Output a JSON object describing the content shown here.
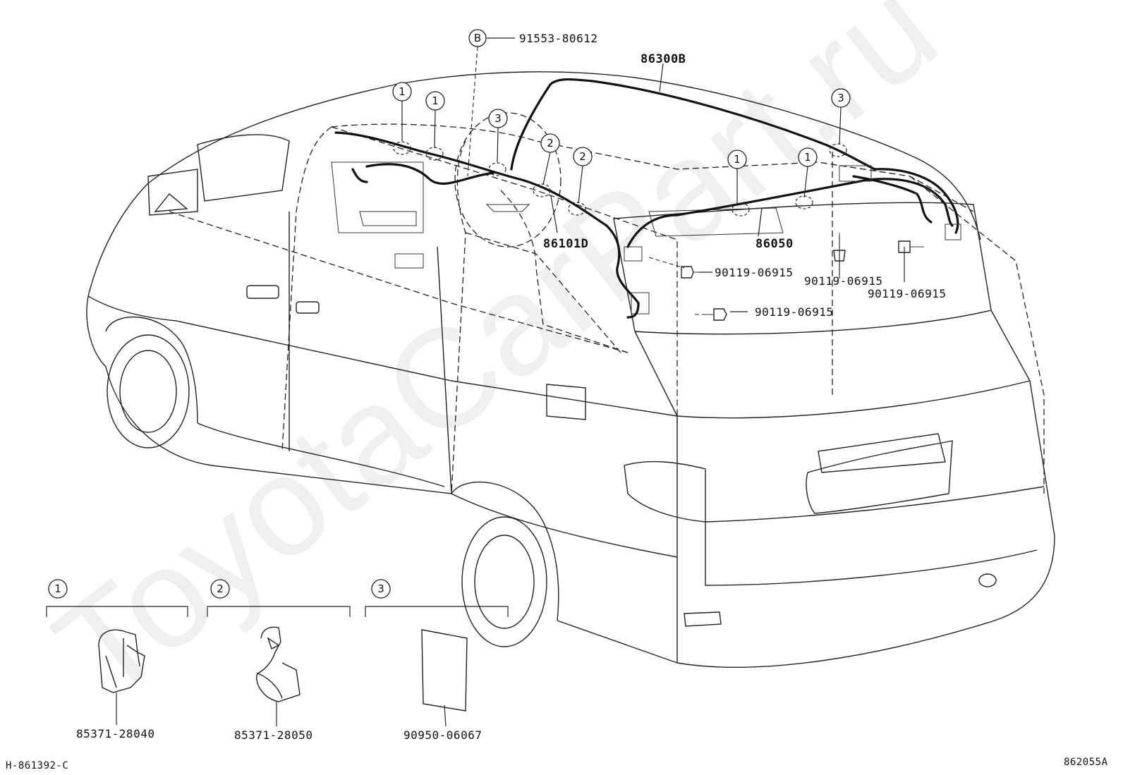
{
  "watermark": "ToyotaCarPart.ru",
  "top_callout": {
    "letter": "B",
    "part": "91553-80612"
  },
  "wires": {
    "roof": "86300B",
    "front": "86101D",
    "rear": "86050"
  },
  "bolts": [
    "90119-06915",
    "90119-06915",
    "90119-06915",
    "90119-06915"
  ],
  "callouts_on_car": [
    "1",
    "1",
    "3",
    "2",
    "2",
    "3",
    "1",
    "1"
  ],
  "legend": [
    {
      "number": "1",
      "part": "85371-28040"
    },
    {
      "number": "2",
      "part": "85371-28050"
    },
    {
      "number": "3",
      "part": "90950-06067"
    }
  ],
  "footer": {
    "left": "H-861392-C",
    "right": "862055A"
  }
}
